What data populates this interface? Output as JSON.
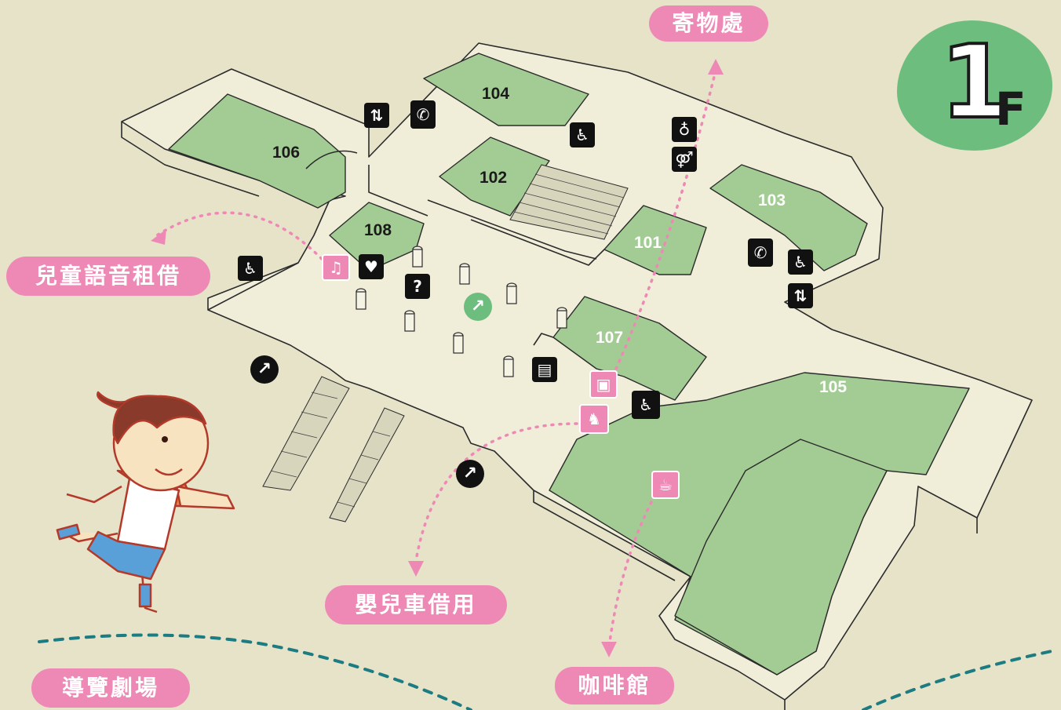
{
  "floor": {
    "number": "1",
    "suffix": "F"
  },
  "rooms": [
    {
      "id": "104",
      "label": "104"
    },
    {
      "id": "106",
      "label": "106"
    },
    {
      "id": "102",
      "label": "102"
    },
    {
      "id": "103",
      "label": "103"
    },
    {
      "id": "108",
      "label": "108"
    },
    {
      "id": "101",
      "label": "101"
    },
    {
      "id": "107",
      "label": "107"
    },
    {
      "id": "105",
      "label": "105"
    }
  ],
  "callouts": {
    "locker": "寄物處",
    "audio_rental": "兒童語音租借",
    "stroller": "嬰兒車借用",
    "cafe": "咖啡館",
    "guided_theater": "導覽劇場"
  },
  "icons": {
    "elevator": "elevator-icon",
    "telephone": "telephone-icon",
    "accessible_elevator": "accessible-elevator-icon",
    "baby_changing": "baby-changing-icon",
    "restroom": "restroom-icon",
    "accessible_restroom": "accessible-restroom-icon",
    "aed": "aed-icon",
    "information": "information-icon",
    "audio_guide": "headphones-icon",
    "locker": "locker-icon",
    "stroller": "stroller-icon",
    "wheelchair": "wheelchair-icon",
    "cafe": "coffee-cup-icon",
    "shop": "shop-icon",
    "direction": "arrow-up-right-icon"
  },
  "colors": {
    "background": "#e6e3c9",
    "room_fill": "#a3cc94",
    "callout_pink": "#ee89b6",
    "badge_green": "#6dbd7e",
    "route_teal": "#1d7c82"
  }
}
